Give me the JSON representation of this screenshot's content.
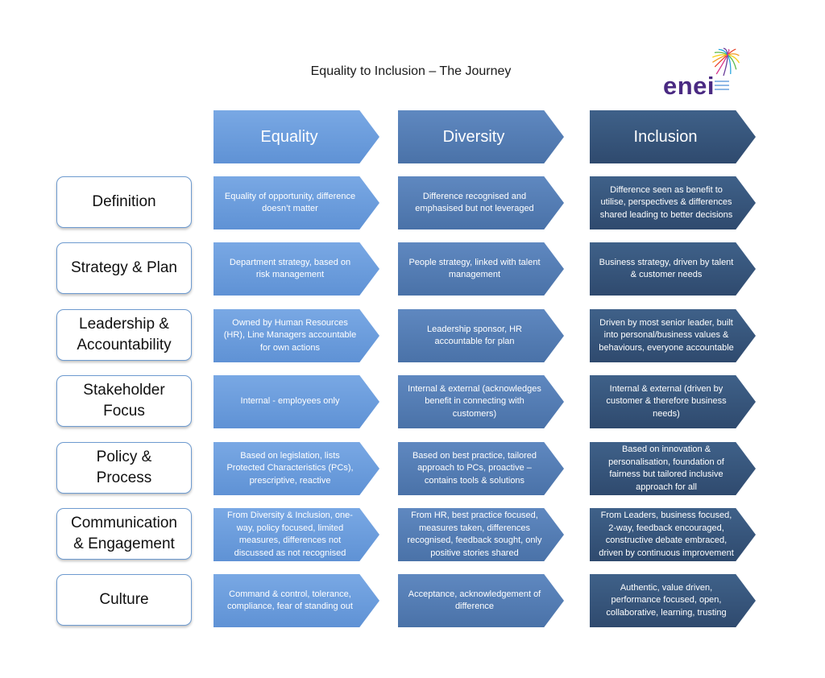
{
  "title": "Equality to Inclusion – The Journey",
  "logo": {
    "text": "enei",
    "colors": [
      "#e8442a",
      "#f39a1e",
      "#f5d21a",
      "#5bb947",
      "#2aa7df",
      "#6a3d9a",
      "#d6338a"
    ]
  },
  "colors": {
    "equality": "#6b9ddd",
    "diversity": "#557db4",
    "inclusion": "#37567c",
    "label_border": "#6e9bd0"
  },
  "columns": [
    "Equality",
    "Diversity",
    "Inclusion"
  ],
  "rows": [
    {
      "label": "Definition",
      "cells": [
        "Equality of opportunity, difference doesn’t matter",
        "Difference recognised and emphasised but not leveraged",
        "Difference seen as benefit to utilise, perspectives & differences shared leading to better decisions"
      ]
    },
    {
      "label": "Strategy & Plan",
      "cells": [
        "Department strategy, based on risk management",
        "People strategy, linked with talent management",
        "Business strategy, driven by talent & customer needs"
      ]
    },
    {
      "label": "Leadership & Accountability",
      "cells": [
        "Owned by Human Resources (HR), Line Managers accountable for own actions",
        "Leadership sponsor, HR accountable for plan",
        "Driven by most senior leader, built into personal/business values & behaviours, everyone accountable"
      ]
    },
    {
      "label": "Stakeholder Focus",
      "cells": [
        "Internal  - employees only",
        "Internal & external (acknowledges benefit in connecting with customers)",
        "Internal & external (driven by customer & therefore business needs)"
      ]
    },
    {
      "label": "Policy & Process",
      "cells": [
        "Based on legislation, lists Protected Characteristics (PCs), prescriptive, reactive",
        "Based on best practice, tailored approach to PCs, proactive –contains tools & solutions",
        "Based on innovation & personalisation, foundation of fairness but tailored inclusive approach for all"
      ]
    },
    {
      "label": "Communication & Engagement",
      "cells": [
        "From Diversity & Inclusion, one-way, policy focused, limited measures, differences not discussed as not recognised",
        "From HR, best practice focused, measures taken, differences recognised, feedback sought, only positive stories shared",
        "From Leaders, business focused, 2-way, feedback encouraged, constructive debate embraced, driven by continuous improvement"
      ]
    },
    {
      "label": "Culture",
      "cells": [
        "Command & control, tolerance, compliance, fear of standing out",
        "Acceptance, acknowledgement of difference",
        "Authentic, value driven, performance focused, open, collaborative, learning, trusting"
      ]
    }
  ]
}
